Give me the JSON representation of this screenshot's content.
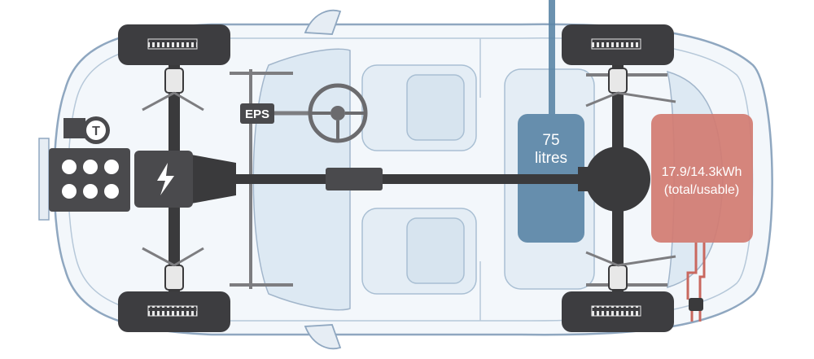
{
  "labels": {
    "eps": "EPS",
    "turbo": "T",
    "fuel_value": "75",
    "fuel_unit": "litres",
    "battery_capacity": "17.9/14.3kWh",
    "battery_note": "(total/usable)"
  },
  "colors": {
    "body_outline": "#8fa7c0",
    "body_fill": "#f3f7fb",
    "glass": "#d8e6f2",
    "drivetrain": "#3a3a3c",
    "tyre": "#3d3d40",
    "engine_block": "#4a4a4d",
    "fuel_tank": "#5b85a6",
    "battery": "#d27c72",
    "charge_cable": "#c9685f",
    "label_text": "#ffffff"
  },
  "icons": {
    "turbo": "turbo-icon",
    "motor": "lightning-bolt-icon",
    "steering": "steering-wheel-icon",
    "charge_plug": "charging-plug-icon"
  }
}
